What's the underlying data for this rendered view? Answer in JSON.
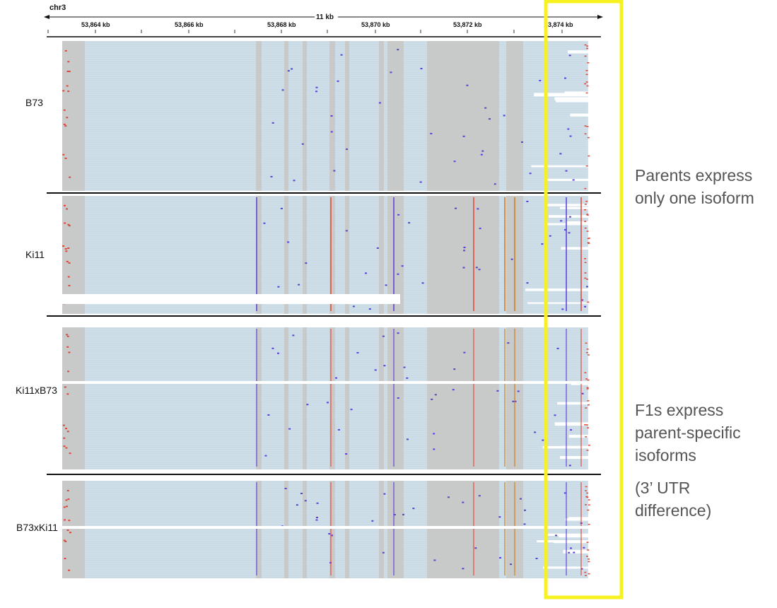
{
  "ruler": {
    "chromosome": "chr3",
    "span": "11 kb",
    "ticks": [
      "53,864 kb",
      "53,866 kb",
      "53,868 kb",
      "53,870 kb",
      "53,872 kb",
      "3,874 kb"
    ]
  },
  "samples": [
    {
      "name": "B73"
    },
    {
      "name": "Ki11"
    },
    {
      "name": "Ki11xB73"
    },
    {
      "name": "B73xKi11"
    }
  ],
  "annotations": {
    "parents": [
      "Parents express",
      "only one isoform"
    ],
    "f1": [
      "F1s express",
      "parent-specific",
      "isoforms"
    ],
    "utr": [
      "(3’ UTR",
      "difference)"
    ]
  },
  "colors": {
    "exon_coverage": "#cfe0ea",
    "intron_gray": "#c8c8c8",
    "mismatch_blue": "#5b3fd8",
    "mismatch_red": "#e0473a",
    "mismatch_orange": "#cc7a1a",
    "highlight_box": "#f7f21f",
    "separator": "#111111"
  }
}
